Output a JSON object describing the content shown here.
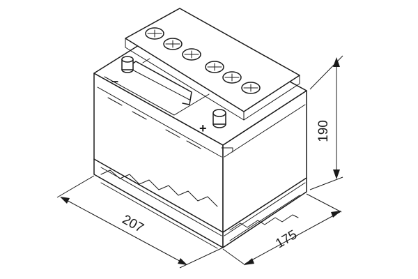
{
  "dimensions": {
    "height_label": "190",
    "width_label": "207",
    "depth_label": "175"
  },
  "terminals": {
    "negative_symbol": "–",
    "positive_symbol": "+"
  },
  "vent_caps_count": 6
}
